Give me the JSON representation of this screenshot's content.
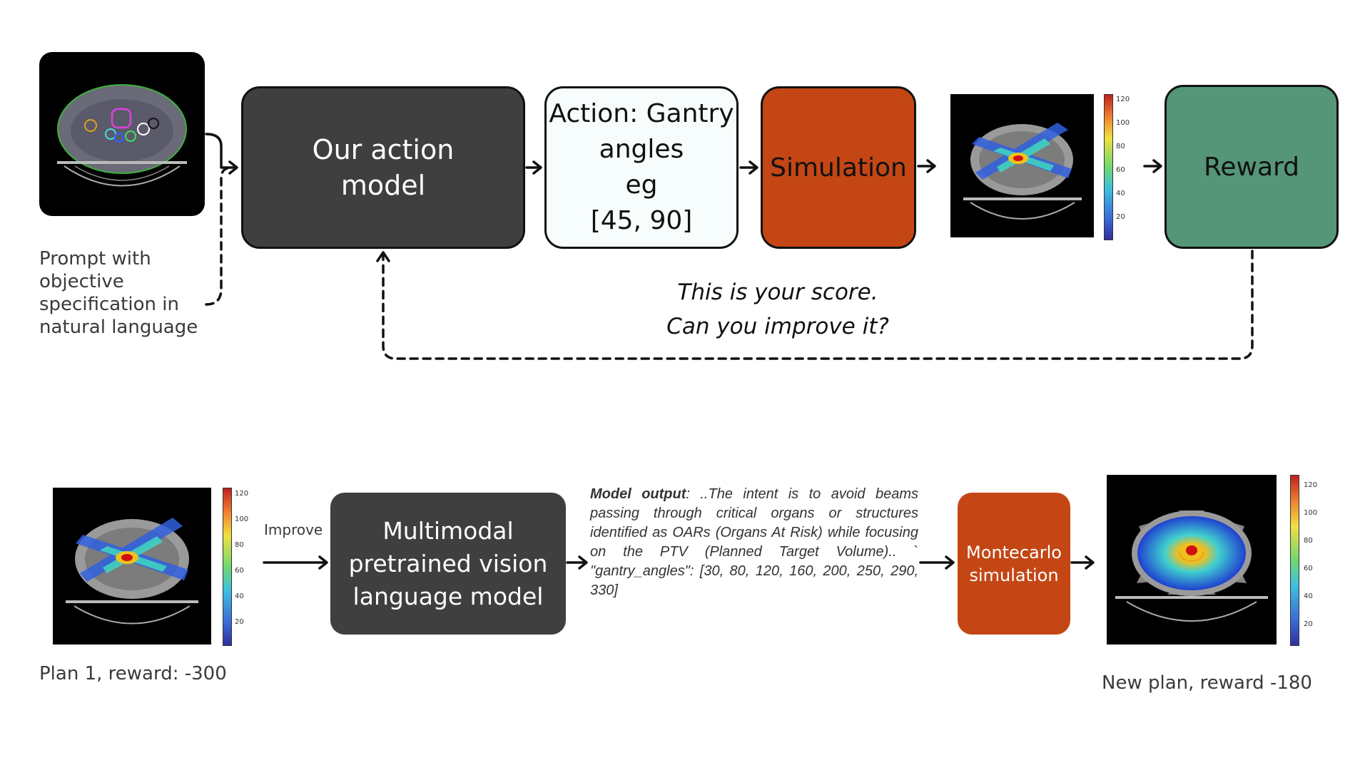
{
  "top": {
    "prompt_label": "Prompt with\nobjective\nspecification in\nnatural language",
    "action_model": "Our action\nmodel",
    "action_box": "Action: Gantry\nangles\neg\n[45, 90]",
    "simulation": "Simulation",
    "reward": "Reward",
    "feedback": "This is your score.\nCan you improve it?",
    "colorbar_ticks": [
      "120",
      "100",
      "80",
      "60",
      "40",
      "20"
    ]
  },
  "bottom": {
    "plan_label": "Plan 1, reward: -300",
    "improve_label": "Improve",
    "vlm_box": "Multimodal\npretrained vision\nlanguage model",
    "model_output_label": "Model output",
    "model_output_text": ":  ..The intent is to avoid beams passing through critical organs or structures identified as OARs (Organs At Risk) while focusing on the PTV (Planned Target Volume)..  ` \"gantry_angles\": [30, 80, 120, 160, 200, 250, 290, 330]",
    "montecarlo": "Montecarlo\nsimulation",
    "new_plan_label": "New plan, reward -180",
    "colorbar_ticks": [
      "120",
      "100",
      "80",
      "60",
      "40",
      "20"
    ]
  },
  "colors": {
    "dark_box": "#3f3f3f",
    "sim_orange": "#c44615",
    "reward_green": "#559678",
    "action_bg": "#f7fcfc"
  }
}
